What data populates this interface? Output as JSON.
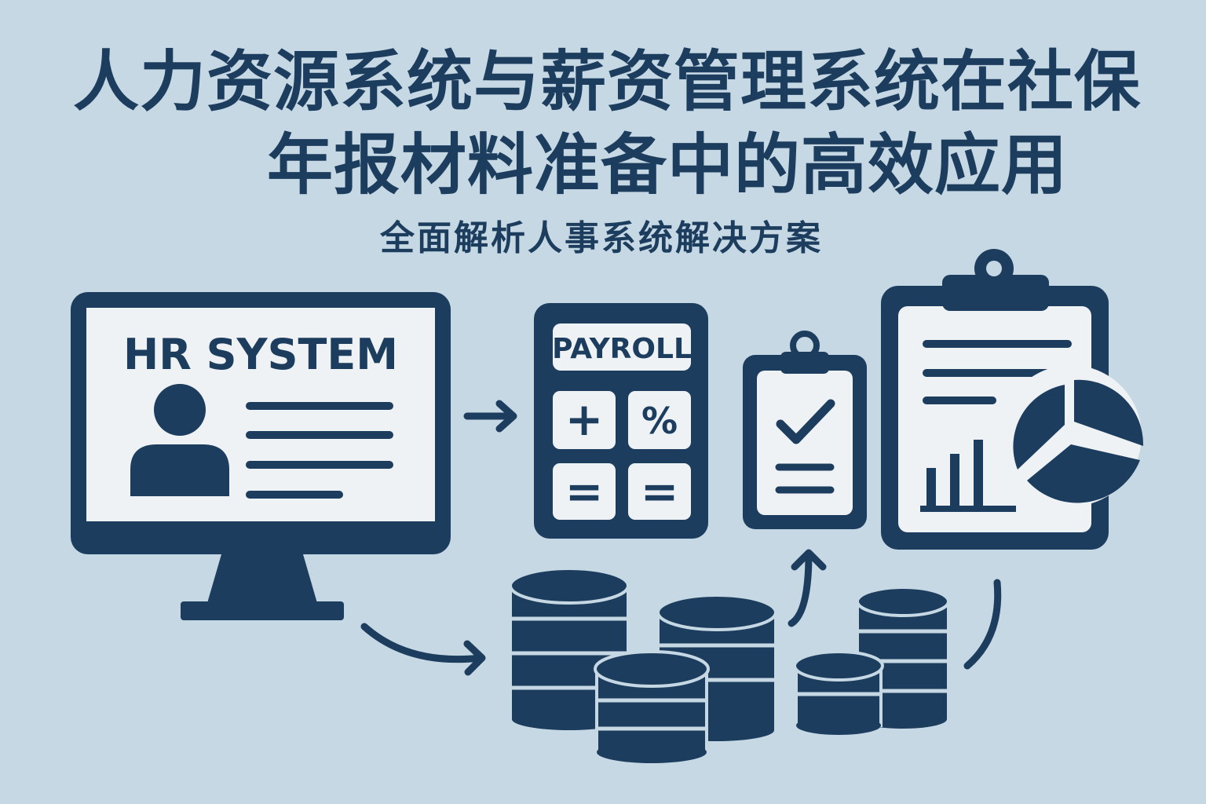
{
  "title": {
    "line1": "人力资源系统与薪资管理系统在社保",
    "line2": "年报材料准备中的高效应用"
  },
  "subtitle": "全面解析人事系统解决方案",
  "hr_monitor": {
    "label": "HR SYSTEM",
    "icon": "user-profile-icon"
  },
  "payroll_calculator": {
    "label": "PAYROLL",
    "keys": [
      "+",
      "%",
      "=",
      "="
    ]
  },
  "checklist_clipboard": {
    "icon": "checkmark-icon"
  },
  "report_clipboard": {
    "icon": "pie-chart-icon"
  },
  "colors": {
    "background": "#c5d8e3",
    "primary": "#1d3d5e",
    "screen": "#eef2f5"
  }
}
